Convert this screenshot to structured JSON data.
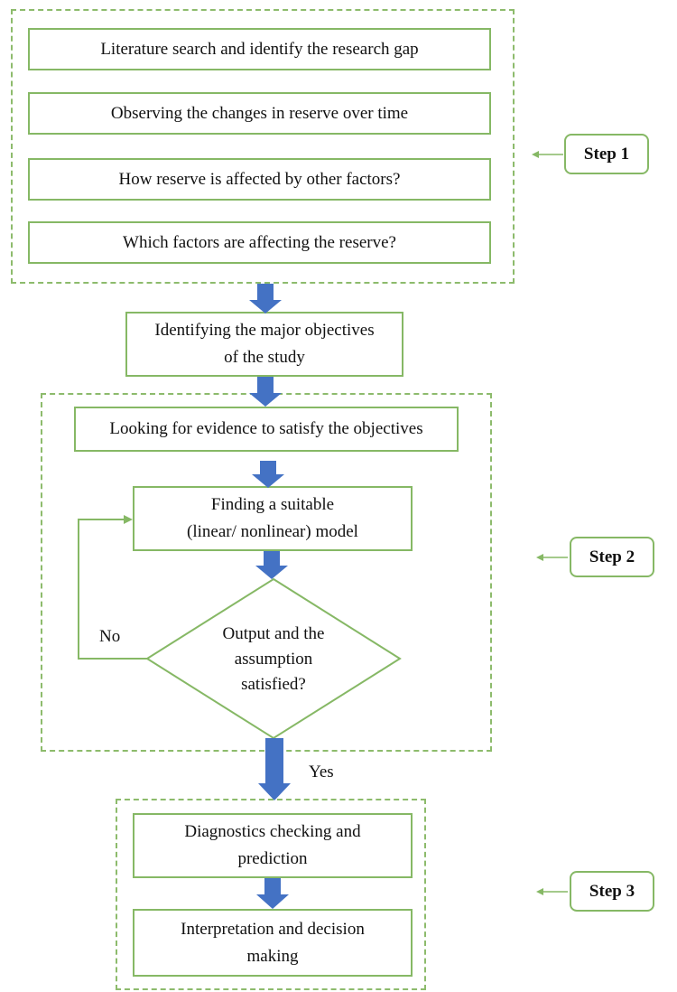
{
  "step1": {
    "label": "Step 1",
    "boxes": [
      "Literature search and identify the research gap",
      "Observing the changes in reserve over time",
      "How reserve is affected by other factors?",
      "Which factors are affecting the reserve?"
    ]
  },
  "objectives": {
    "line1": "Identifying the major objectives",
    "line2": "of the study"
  },
  "step2": {
    "label": "Step 2",
    "evidence": "Looking for evidence to satisfy the objectives",
    "model_line1": "Finding a suitable",
    "model_line2": "(linear/ nonlinear) model",
    "decision_line1": "Output and the",
    "decision_line2": "assumption",
    "decision_line3": "satisfied?",
    "no_label": "No"
  },
  "yes_label": "Yes",
  "step3": {
    "label": "Step 3",
    "diag_line1": "Diagnostics checking and",
    "diag_line2": "prediction",
    "interp_line1": "Interpretation and decision",
    "interp_line2": "making"
  },
  "colors": {
    "border_green": "#86b865",
    "arrow_blue": "#4472c4"
  }
}
